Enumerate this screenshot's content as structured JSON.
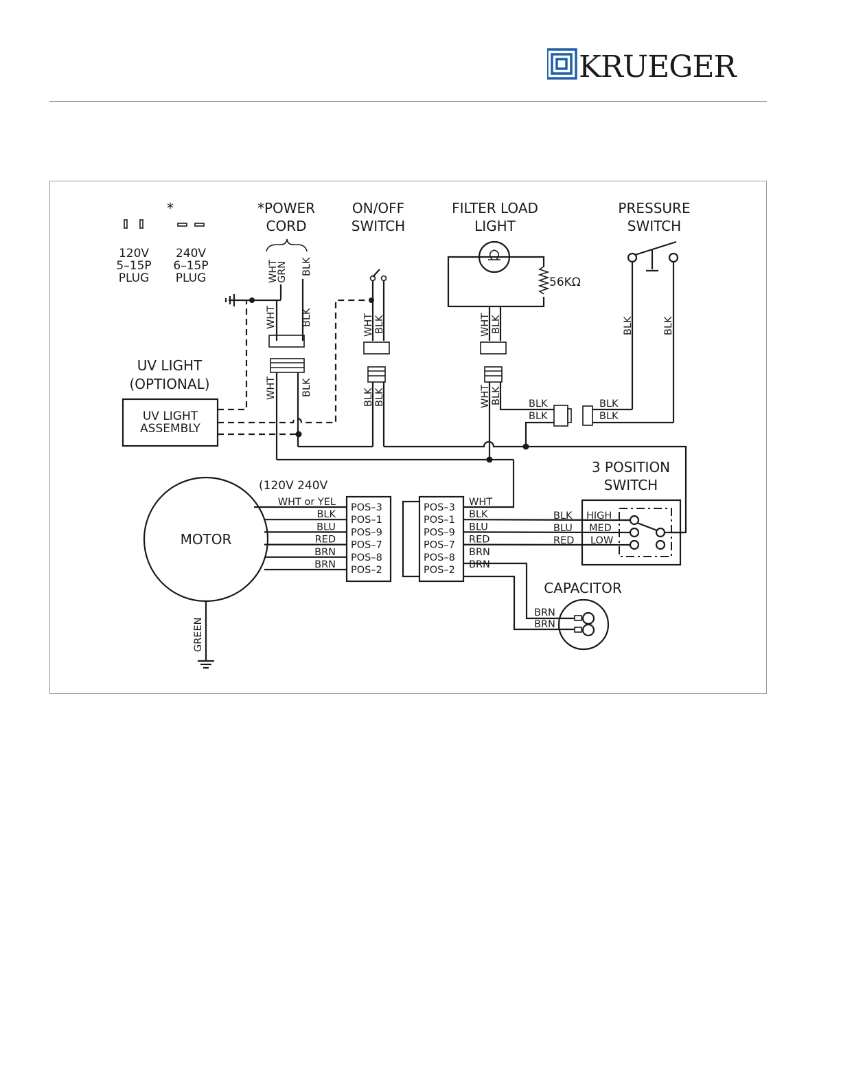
{
  "header": {
    "brand": "KRUEGER",
    "brand_color": "#1f5fa8"
  },
  "diagram": {
    "plugs": {
      "asterisk": "*",
      "p120_l1": "120V",
      "p120_l2": "5–15P",
      "p120_l3": "PLUG",
      "p240_l1": "240V",
      "p240_l2": "6–15P",
      "p240_l3": "PLUG"
    },
    "power_cord": {
      "l1": "*POWER",
      "l2": "CORD"
    },
    "onoff": {
      "l1": "ON/OFF",
      "l2": "SWITCH"
    },
    "filter": {
      "l1": "FILTER  LOAD",
      "l2": "LIGHT",
      "resistor": "56KΩ"
    },
    "pressure": {
      "l1": "PRESSURE",
      "l2": "SWITCH"
    },
    "uv": {
      "title1": "UV  LIGHT",
      "title2": "(OPTIONAL)",
      "box1": "UV LIGHT",
      "box2": "ASSEMBLY"
    },
    "motor": {
      "label": "MOTOR",
      "voltage_note": "(120V   240V",
      "ground": "GREEN"
    },
    "switch3": {
      "l1": "3  POSITION",
      "l2": "SWITCH",
      "high": "HIGH",
      "med": "MED",
      "low": "LOW"
    },
    "capacitor": {
      "label": "CAPACITOR"
    },
    "wires": {
      "wht": "WHT",
      "blk": "BLK",
      "grn": "GRN",
      "blu": "BLU",
      "red": "RED",
      "brn": "BRN",
      "wht_or_yel": "WHT  or  YEL"
    },
    "positions": [
      "POS–3",
      "POS–1",
      "POS–9",
      "POS–7",
      "POS–8",
      "POS–2"
    ],
    "motor_wires": [
      "WHT  or  YEL",
      "BLK",
      "BLU",
      "RED",
      "BRN",
      "BRN"
    ],
    "right_wires": [
      "WHT",
      "BLK",
      "BLU",
      "RED",
      "BRN",
      "BRN"
    ]
  }
}
